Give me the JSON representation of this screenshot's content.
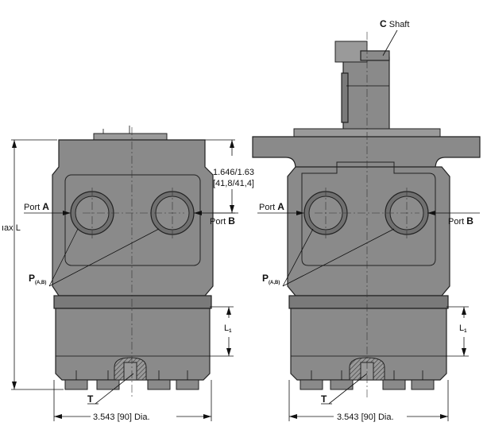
{
  "labels": {
    "port_a_letter": "A",
    "port_b_letter": "B",
    "port_word": "Port",
    "shaft_letter": "C",
    "shaft_word": "Shaft",
    "p_main": "P",
    "p_sub": "(A,B)",
    "t_label": "T",
    "dim_height_1": "1.646/1.63",
    "dim_height_2": "[41,8/41,4]",
    "max_l": "ıax L",
    "l1": "L",
    "l1_sub": "1",
    "diameter": "3.543 [90] Dia."
  },
  "colors": {
    "body": "#8a8a8a",
    "port": "#6f6f6f",
    "line": "#222222"
  }
}
